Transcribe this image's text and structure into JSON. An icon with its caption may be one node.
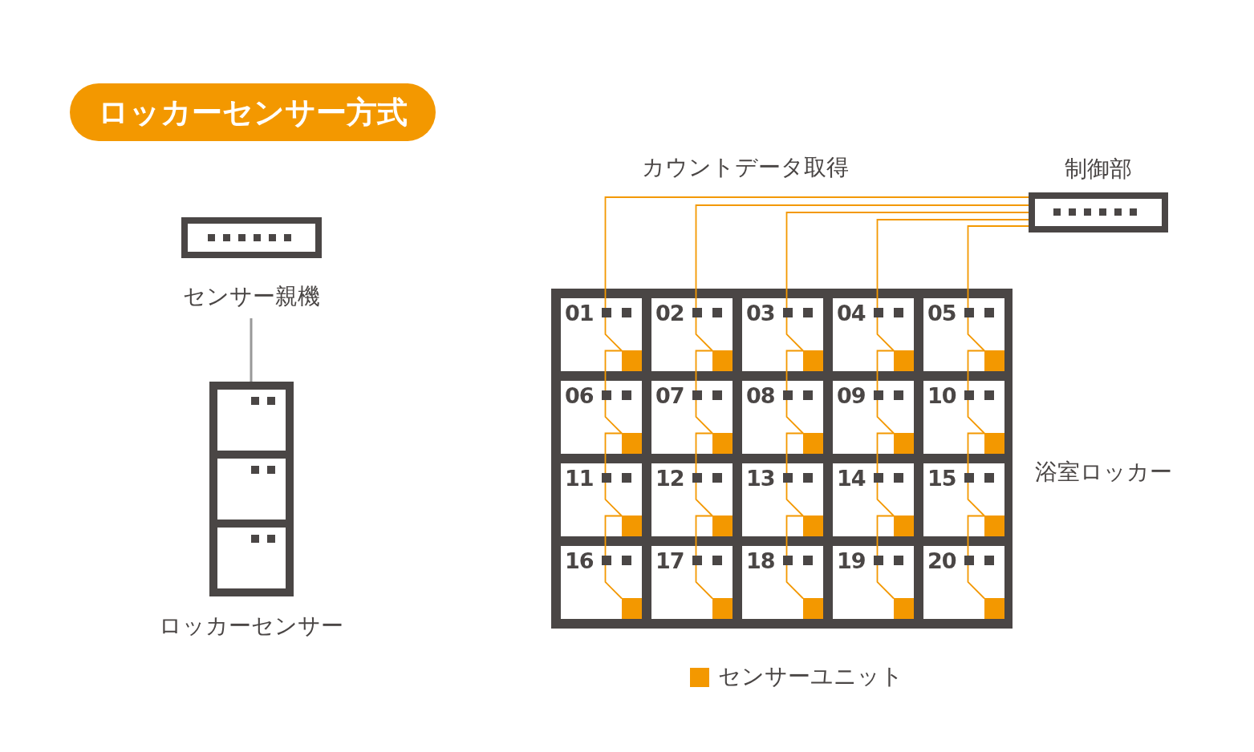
{
  "diagram": {
    "nodes": [
      {
        "text": [
          "ロッカーセンサー方式"
        ]
      },
      {
        "text": [
          "センサー親機"
        ]
      },
      {
        "text": [
          "ロッカーセンサー"
        ]
      },
      {
        "text": [
          "制御部"
        ]
      },
      {
        "text": [
          "浴室ロッカー"
        ]
      },
      {
        "text": [
          "01"
        ],
        "in": 4
      },
      {
        "text": [],
        "shape": "box",
        "in": 5
      },
      {
        "text": [
          "02"
        ],
        "in": 4
      },
      {
        "text": [],
        "shape": "box",
        "in": 7
      },
      {
        "text": [
          "03"
        ],
        "in": 4
      },
      {
        "text": [],
        "shape": "box",
        "in": 9
      },
      {
        "text": [
          "04"
        ],
        "in": 4
      },
      {
        "text": [],
        "shape": "box",
        "in": 11
      },
      {
        "text": [
          "05"
        ],
        "in": 4
      },
      {
        "text": [],
        "shape": "box",
        "in": 13
      },
      {
        "text": [
          "06"
        ],
        "in": 4
      },
      {
        "text": [],
        "shape": "box",
        "in": 15
      },
      {
        "text": [
          "07"
        ],
        "in": 4
      },
      {
        "text": [],
        "shape": "box",
        "in": 17
      },
      {
        "text": [
          "08"
        ],
        "in": 4
      },
      {
        "text": [],
        "shape": "box",
        "in": 19
      },
      {
        "text": [
          "09"
        ],
        "in": 4
      },
      {
        "text": [],
        "shape": "box",
        "in": 21
      },
      {
        "text": [
          "10"
        ],
        "in": 4
      },
      {
        "text": [],
        "shape": "box",
        "in": 23
      },
      {
        "text": [
          "11"
        ],
        "in": 4
      },
      {
        "text": [],
        "shape": "box",
        "in": 25
      },
      {
        "text": [
          "12"
        ],
        "in": 4
      },
      {
        "text": [],
        "shape": "box",
        "in": 27
      },
      {
        "text": [
          "13"
        ],
        "in": 4
      },
      {
        "text": [],
        "shape": "box",
        "in": 29
      },
      {
        "text": [
          "14"
        ],
        "in": 4
      },
      {
        "text": [],
        "shape": "box",
        "in": 31
      },
      {
        "text": [
          "15"
        ],
        "in": 4
      },
      {
        "text": [],
        "shape": "box",
        "in": 33
      },
      {
        "text": [
          "16"
        ],
        "in": 4
      },
      {
        "text": [],
        "shape": "box",
        "in": 35
      },
      {
        "text": [
          "17"
        ],
        "in": 4
      },
      {
        "text": [],
        "shape": "box",
        "in": 37
      },
      {
        "text": [
          "18"
        ],
        "in": 4
      },
      {
        "text": [],
        "shape": "box",
        "in": 39
      },
      {
        "text": [
          "19"
        ],
        "in": 4
      },
      {
        "text": [],
        "shape": "box",
        "in": 41
      },
      {
        "text": [
          "20"
        ],
        "in": 4
      },
      {
        "text": [],
        "shape": "box",
        "in": 43
      }
    ],
    "edges": [
      {
        "from": 1,
        "to": 2,
        "arrow": "none",
        "color": "#999999"
      },
      {
        "from": 3,
        "to": 6,
        "arrow": "none"
      },
      {
        "from": 3,
        "to": 8,
        "arrow": "none"
      },
      {
        "from": 3,
        "to": 10,
        "arrow": "none"
      },
      {
        "from": 3,
        "to": 12,
        "arrow": "none"
      },
      {
        "from": 3,
        "to": 14,
        "arrow": "none"
      },
      {
        "from": 6,
        "to": 16,
        "arrow": "none"
      },
      {
        "from": 8,
        "to": 18,
        "arrow": "none"
      },
      {
        "from": 10,
        "to": 20,
        "arrow": "none"
      },
      {
        "from": 12,
        "to": 22,
        "arrow": "none"
      },
      {
        "from": 14,
        "to": 24,
        "arrow": "none"
      },
      {
        "from": 16,
        "to": 26,
        "arrow": "none"
      },
      {
        "from": 18,
        "to": 28,
        "arrow": "none"
      },
      {
        "from": 20,
        "to": 30,
        "arrow": "none"
      },
      {
        "from": 22,
        "to": 32,
        "arrow": "none"
      },
      {
        "from": 24,
        "to": 34,
        "arrow": "none"
      },
      {
        "from": 26,
        "to": 36,
        "arrow": "none"
      },
      {
        "from": 28,
        "to": 38,
        "arrow": "none"
      },
      {
        "from": 30,
        "to": 40,
        "arrow": "none"
      },
      {
        "from": 32,
        "to": 42,
        "arrow": "none"
      },
      {
        "from": 34,
        "to": 44,
        "arrow": "none"
      }
    ],
    "labels": [
      "カウントデータ取得"
    ],
    "legend": [
      {
        "text": "センサーユニット",
        "color": "#f39800"
      }
    ]
  }
}
